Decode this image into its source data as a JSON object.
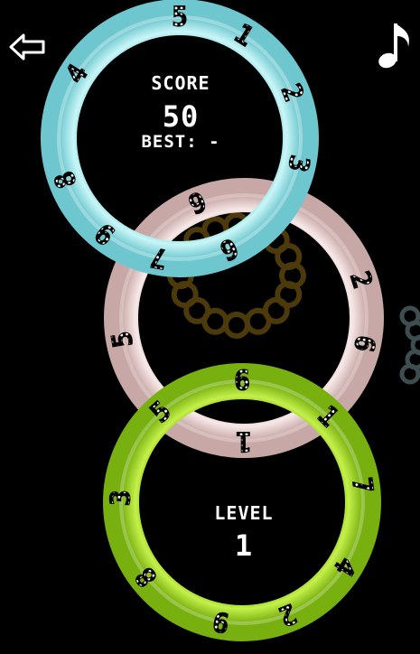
{
  "hud": {
    "score_label": "SCORE",
    "score_value": "50",
    "best_label": "BEST:",
    "best_value": "-",
    "level_label": "LEVEL",
    "level_value": "1"
  },
  "icons": {
    "back": "back-arrow-icon",
    "music": "music-note-icon"
  },
  "colors": {
    "background": "#000000",
    "ring_blue": "#a8ecef",
    "ring_pink": "#e7cfce",
    "ring_green": "#a3da1c",
    "ring_ghost": "#4a3a10",
    "number_dots": "#000000"
  },
  "rings": [
    {
      "id": "blue",
      "color": "#a8ecef",
      "numbers": [
        "5",
        "1",
        "2",
        "3",
        "6",
        "7",
        "9",
        "8",
        "4"
      ]
    },
    {
      "id": "pink",
      "color": "#e7cfce",
      "numbers": [
        "9",
        "2",
        "6",
        "1",
        "5"
      ]
    },
    {
      "id": "green",
      "color": "#a3da1c",
      "numbers": [
        "6",
        "1",
        "7",
        "4",
        "2",
        "9",
        "8",
        "3",
        "5"
      ]
    }
  ]
}
